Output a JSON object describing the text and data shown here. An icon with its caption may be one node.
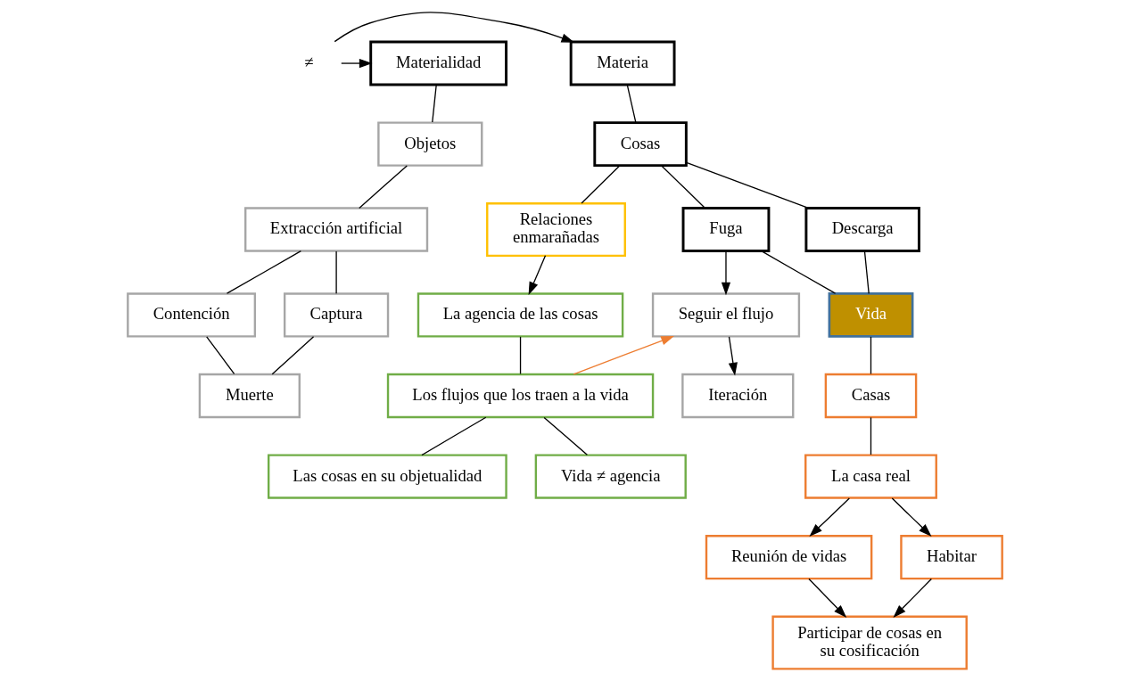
{
  "diagram": {
    "nodes": [
      {
        "text": [
          "Materia"
        ]
      },
      {
        "text": [
          "Materialidad"
        ]
      },
      {
        "text": [
          "≠"
        ]
      },
      {
        "text": [
          "Cosas"
        ]
      },
      {
        "text": [
          "Fuga"
        ]
      },
      {
        "text": [
          "Descarga"
        ]
      },
      {
        "text": [
          "Vida"
        ]
      },
      {
        "text": [
          "Objetos"
        ]
      },
      {
        "text": [
          "Extracción artificial"
        ]
      },
      {
        "text": [
          "Captura"
        ]
      },
      {
        "text": [
          "Contención"
        ]
      },
      {
        "text": [
          "Muerte"
        ]
      },
      {
        "text": [
          "Casas"
        ]
      },
      {
        "text": [
          "La casa real"
        ]
      },
      {
        "text": [
          "Reunión de vidas"
        ]
      },
      {
        "text": [
          "Habitar"
        ]
      },
      {
        "text": [
          "Participar de cosas en su cosificación"
        ]
      },
      {
        "text": [
          "Relaciones enmarañadas"
        ]
      },
      {
        "text": [
          "Seguir el flujo"
        ]
      },
      {
        "text": [
          "Iteración"
        ]
      },
      {
        "text": [
          "La agencia de las cosas"
        ]
      },
      {
        "text": [
          "Los flujos que los traen a la vida"
        ]
      },
      {
        "text": [
          "Las cosas en su objetualidad"
        ]
      },
      {
        "text": [
          "Vida ≠ agencia"
        ]
      }
    ],
    "edges": [
      {
        "from": 2,
        "to": 0,
        "arrow": "to"
      },
      {
        "from": 2,
        "to": 1,
        "arrow": "to"
      },
      {
        "from": 0,
        "to": 3,
        "arrow": "none"
      },
      {
        "from": 3,
        "to": 4,
        "arrow": "none"
      },
      {
        "from": 3,
        "to": 5,
        "arrow": "none"
      },
      {
        "from": 3,
        "to": 17,
        "arrow": "none"
      },
      {
        "from": 4,
        "to": 6,
        "arrow": "none"
      },
      {
        "from": 5,
        "to": 6,
        "arrow": "none"
      },
      {
        "from": 4,
        "to": 18,
        "arrow": "to"
      },
      {
        "from": 1,
        "to": 7,
        "arrow": "none"
      },
      {
        "from": 7,
        "to": 8,
        "arrow": "none"
      },
      {
        "from": 8,
        "to": 9,
        "arrow": "none"
      },
      {
        "from": 8,
        "to": 10,
        "arrow": "none"
      },
      {
        "from": 9,
        "to": 11,
        "arrow": "none"
      },
      {
        "from": 10,
        "to": 11,
        "arrow": "none"
      },
      {
        "from": 6,
        "to": 12,
        "arrow": "none"
      },
      {
        "from": 12,
        "to": 13,
        "arrow": "none"
      },
      {
        "from": 13,
        "to": 14,
        "arrow": "to"
      },
      {
        "from": 13,
        "to": 15,
        "arrow": "to"
      },
      {
        "from": 14,
        "to": 16,
        "arrow": "to"
      },
      {
        "from": 15,
        "to": 16,
        "arrow": "to"
      },
      {
        "from": 17,
        "to": 20,
        "arrow": "to"
      },
      {
        "from": 18,
        "to": 19,
        "arrow": "to"
      },
      {
        "from": 20,
        "to": 21,
        "arrow": "none"
      },
      {
        "from": 21,
        "to": 18,
        "arrow": "to",
        "color": "#ed7d31"
      },
      {
        "from": 21,
        "to": 22,
        "arrow": "none"
      },
      {
        "from": 21,
        "to": 23,
        "arrow": "none"
      }
    ]
  }
}
